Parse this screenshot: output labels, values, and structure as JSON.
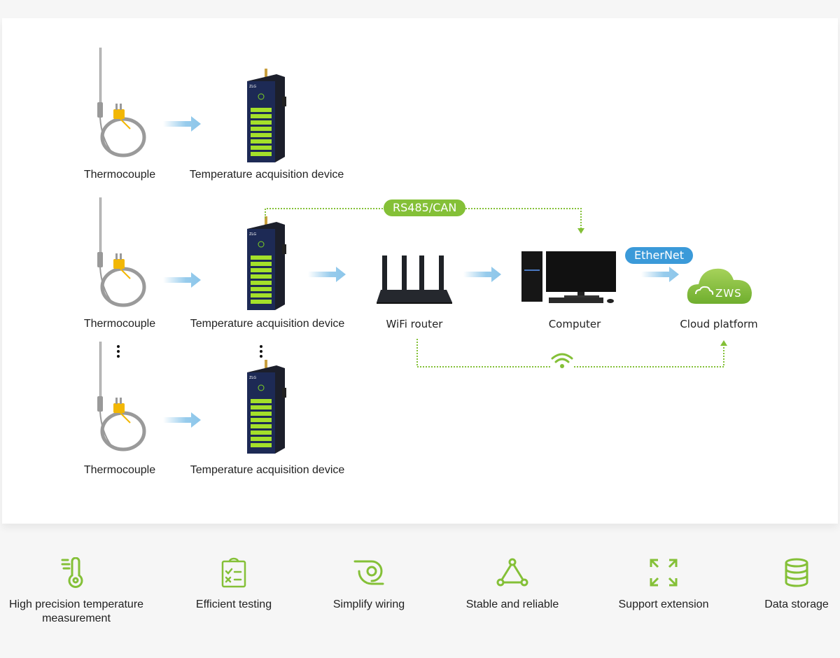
{
  "diagram": {
    "rows": [
      {
        "sensor_label": "Thermocouple",
        "device_label": "Temperature acquisition device"
      },
      {
        "sensor_label": "Thermocouple",
        "device_label": "Temperature acquisition device"
      },
      {
        "sensor_label": "Thermocouple",
        "device_label": "Temperature acquisition device"
      }
    ],
    "router_label": "WiFi router",
    "computer_label": "Computer",
    "cloud_label": "Cloud platform",
    "cloud_logo_text": "ZWS",
    "rs485_badge": "RS485/CAN",
    "ethernet_badge": "EtherNet",
    "wifi_link_icon": "wifi-icon",
    "colors": {
      "accent_green": "#84c037",
      "accent_blue": "#3b9ad9",
      "flow_arrow": "#8cc6ea"
    }
  },
  "features": [
    {
      "icon": "thermometer-icon",
      "label": "High precision temperature measurement"
    },
    {
      "icon": "checklist-icon",
      "label": "Efficient testing"
    },
    {
      "icon": "wiring-icon",
      "label": "Simplify wiring"
    },
    {
      "icon": "network-triangle-icon",
      "label": "Stable and reliable"
    },
    {
      "icon": "expand-icon",
      "label": "Support extension"
    },
    {
      "icon": "database-icon",
      "label": "Data storage"
    }
  ]
}
